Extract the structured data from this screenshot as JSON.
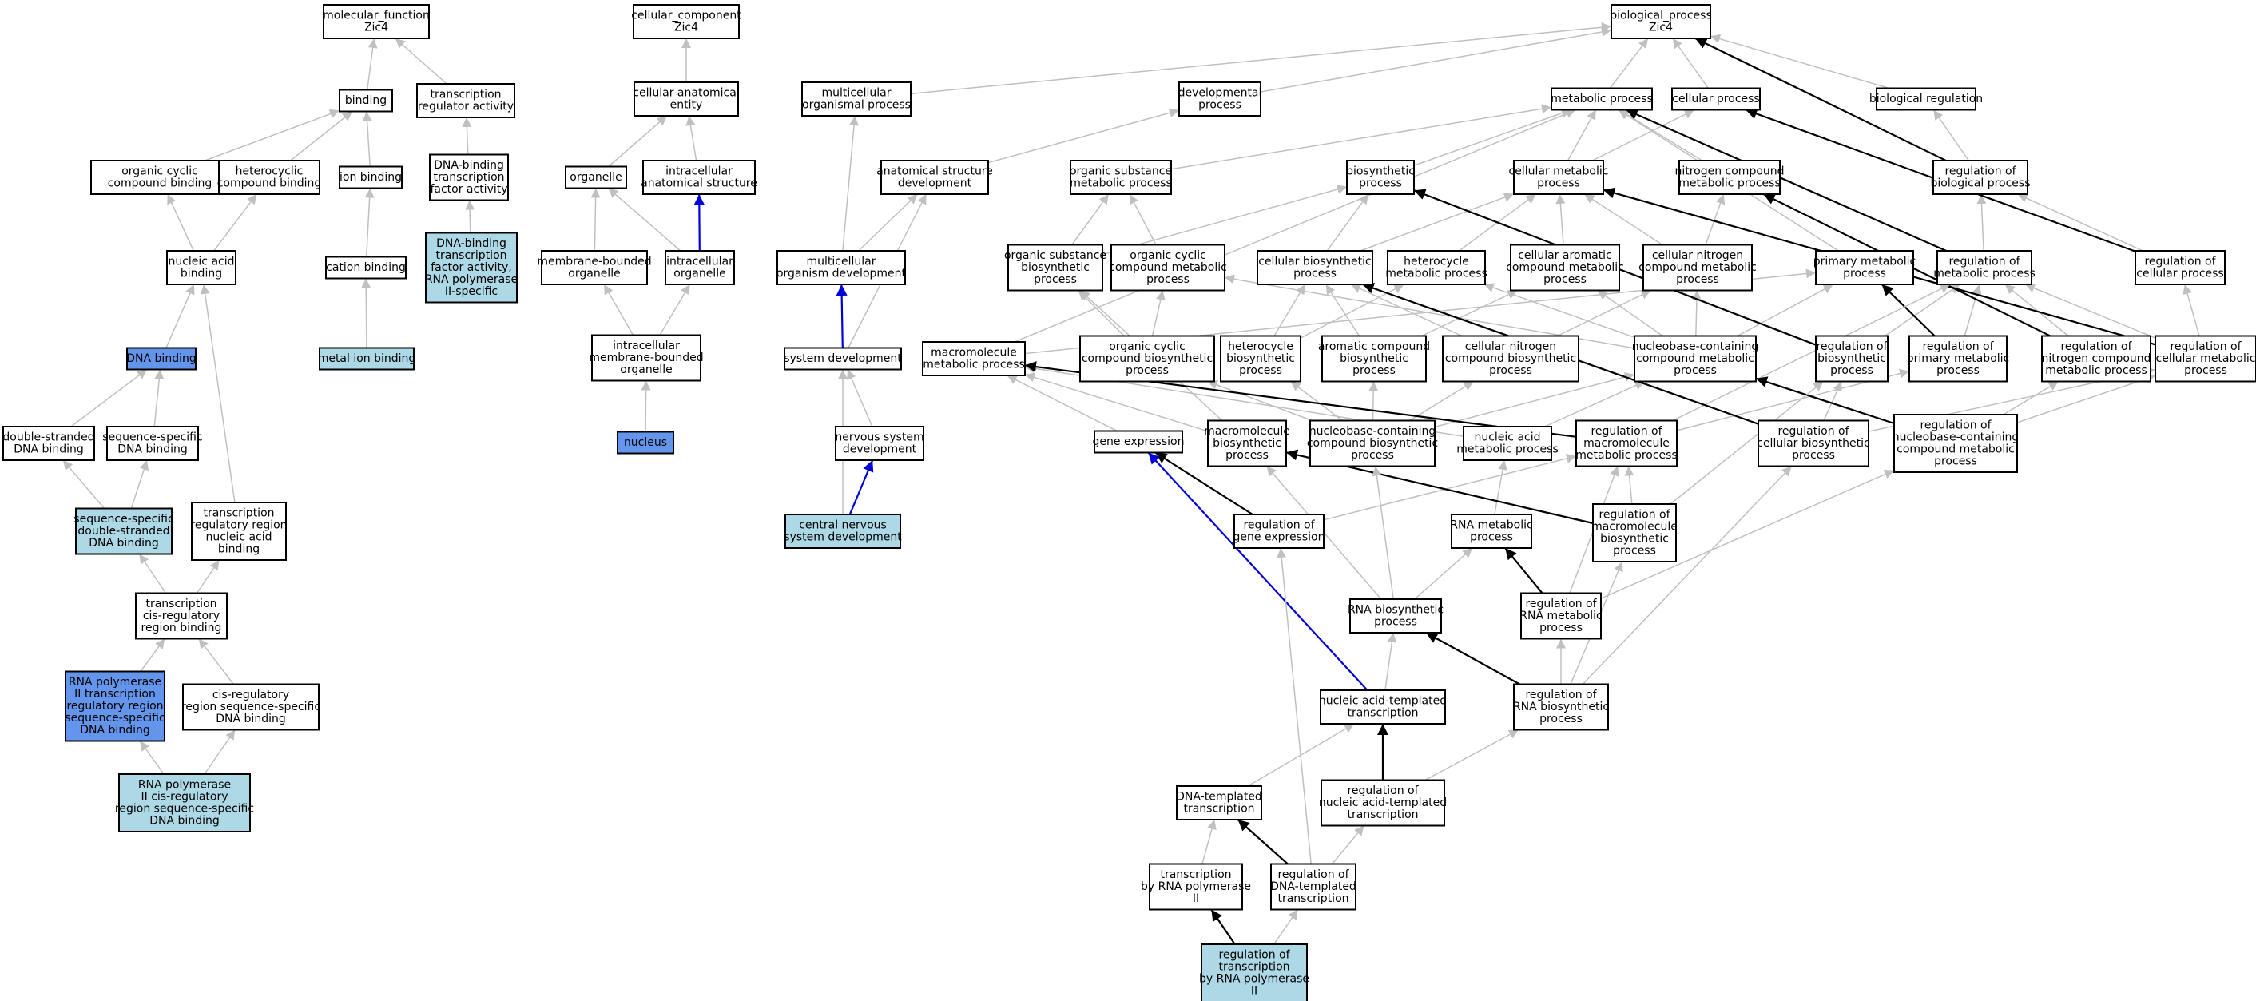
{
  "colors": {
    "edge_default": "#c0c0c0",
    "edge_strong": "#000000",
    "edge_blue": "#0000dd",
    "node_white": "#ffffff",
    "node_dark_blue": "#6495ed",
    "node_light_blue": "#add8e6"
  },
  "nodes": [
    {
      "id": "mf_root",
      "lines": [
        "molecular_function",
        "Zic4"
      ],
      "fill": "white"
    },
    {
      "id": "binding",
      "lines": [
        "binding"
      ],
      "fill": "white"
    },
    {
      "id": "tra",
      "lines": [
        "transcription",
        "regulator activity"
      ],
      "fill": "white"
    },
    {
      "id": "occb",
      "lines": [
        "organic cyclic",
        "compound binding"
      ],
      "fill": "white"
    },
    {
      "id": "hcb",
      "lines": [
        "heterocyclic",
        "compound binding"
      ],
      "fill": "white"
    },
    {
      "id": "ionb",
      "lines": [
        "ion binding"
      ],
      "fill": "white"
    },
    {
      "id": "dbtfa",
      "lines": [
        "DNA-binding",
        "transcription",
        "factor activity"
      ],
      "fill": "white"
    },
    {
      "id": "nab",
      "lines": [
        "nucleic acid",
        "binding"
      ],
      "fill": "white"
    },
    {
      "id": "cationb",
      "lines": [
        "cation binding"
      ],
      "fill": "white"
    },
    {
      "id": "dbtfa_pol2",
      "lines": [
        "DNA-binding",
        "transcription",
        "factor activity,",
        "RNA polymerase",
        "II-specific"
      ],
      "fill": "light"
    },
    {
      "id": "dnab",
      "lines": [
        "DNA binding"
      ],
      "fill": "dark"
    },
    {
      "id": "metalb",
      "lines": [
        "metal ion binding"
      ],
      "fill": "light"
    },
    {
      "id": "dsdnab",
      "lines": [
        "double-stranded",
        "DNA binding"
      ],
      "fill": "white"
    },
    {
      "id": "ssdnab",
      "lines": [
        "sequence-specific",
        "DNA binding"
      ],
      "fill": "white"
    },
    {
      "id": "ssdsdnab",
      "lines": [
        "sequence-specific",
        "double-stranded",
        "DNA binding"
      ],
      "fill": "light"
    },
    {
      "id": "trrnab",
      "lines": [
        "transcription",
        "regulatory region",
        "nucleic acid",
        "binding"
      ],
      "fill": "white"
    },
    {
      "id": "tcrrb",
      "lines": [
        "transcription",
        "cis-regulatory",
        "region binding"
      ],
      "fill": "white"
    },
    {
      "id": "rnap2trr",
      "lines": [
        "RNA polymerase",
        "II transcription",
        "regulatory region",
        "sequence-specific",
        "DNA binding"
      ],
      "fill": "dark"
    },
    {
      "id": "crrssdb",
      "lines": [
        "cis-regulatory",
        "region sequence-specific",
        "DNA binding"
      ],
      "fill": "white"
    },
    {
      "id": "rnap2crr",
      "lines": [
        "RNA polymerase",
        "II cis-regulatory",
        "region sequence-specific",
        "DNA binding"
      ],
      "fill": "light"
    },
    {
      "id": "cc_root",
      "lines": [
        "cellular_component",
        "Zic4"
      ],
      "fill": "white"
    },
    {
      "id": "cae",
      "lines": [
        "cellular anatomical",
        "entity"
      ],
      "fill": "white"
    },
    {
      "id": "organelle",
      "lines": [
        "organelle"
      ],
      "fill": "white"
    },
    {
      "id": "ias",
      "lines": [
        "intracellular",
        "anatomical structure"
      ],
      "fill": "white"
    },
    {
      "id": "mbo",
      "lines": [
        "membrane-bounded",
        "organelle"
      ],
      "fill": "white"
    },
    {
      "id": "io",
      "lines": [
        "intracellular",
        "organelle"
      ],
      "fill": "white"
    },
    {
      "id": "imbo",
      "lines": [
        "intracellular",
        "membrane-bounded",
        "organelle"
      ],
      "fill": "white"
    },
    {
      "id": "nucleus",
      "lines": [
        "nucleus"
      ],
      "fill": "dark"
    },
    {
      "id": "bp_root",
      "lines": [
        "biological_process",
        "Zic4"
      ],
      "fill": "white"
    },
    {
      "id": "mop",
      "lines": [
        "multicellular",
        "organismal process"
      ],
      "fill": "white"
    },
    {
      "id": "devp",
      "lines": [
        "developmental",
        "process"
      ],
      "fill": "white"
    },
    {
      "id": "metp",
      "lines": [
        "metabolic process"
      ],
      "fill": "white"
    },
    {
      "id": "cellp",
      "lines": [
        "cellular process"
      ],
      "fill": "white"
    },
    {
      "id": "bioreg",
      "lines": [
        "biological regulation"
      ],
      "fill": "white"
    },
    {
      "id": "asd",
      "lines": [
        "anatomical structure",
        "development"
      ],
      "fill": "white"
    },
    {
      "id": "osmp",
      "lines": [
        "organic substance",
        "metabolic process"
      ],
      "fill": "white"
    },
    {
      "id": "biosp",
      "lines": [
        "biosynthetic",
        "process"
      ],
      "fill": "white"
    },
    {
      "id": "cmp",
      "lines": [
        "cellular metabolic",
        "process"
      ],
      "fill": "white"
    },
    {
      "id": "ncmp",
      "lines": [
        "nitrogen compound",
        "metabolic process"
      ],
      "fill": "white"
    },
    {
      "id": "rbp",
      "lines": [
        "regulation of",
        "biological process"
      ],
      "fill": "white"
    },
    {
      "id": "mod",
      "lines": [
        "multicellular",
        "organism development"
      ],
      "fill": "white"
    },
    {
      "id": "osbp",
      "lines": [
        "organic substance",
        "biosynthetic",
        "process"
      ],
      "fill": "white"
    },
    {
      "id": "occmp",
      "lines": [
        "organic cyclic",
        "compound metabolic",
        "process"
      ],
      "fill": "white"
    },
    {
      "id": "cbp",
      "lines": [
        "cellular biosynthetic",
        "process"
      ],
      "fill": "white"
    },
    {
      "id": "hmp",
      "lines": [
        "heterocycle",
        "metabolic process"
      ],
      "fill": "white"
    },
    {
      "id": "cacmp",
      "lines": [
        "cellular aromatic",
        "compound metabolic",
        "process"
      ],
      "fill": "white"
    },
    {
      "id": "cncmp",
      "lines": [
        "cellular nitrogen",
        "compound metabolic",
        "process"
      ],
      "fill": "white"
    },
    {
      "id": "pmp",
      "lines": [
        "primary metabolic",
        "process"
      ],
      "fill": "white"
    },
    {
      "id": "rmp",
      "lines": [
        "regulation of",
        "metabolic process"
      ],
      "fill": "white"
    },
    {
      "id": "rcp",
      "lines": [
        "regulation of",
        "cellular process"
      ],
      "fill": "white"
    },
    {
      "id": "sysdev",
      "lines": [
        "system development"
      ],
      "fill": "white"
    },
    {
      "id": "macmp",
      "lines": [
        "macromolecule",
        "metabolic process"
      ],
      "fill": "white"
    },
    {
      "id": "occbp",
      "lines": [
        "organic cyclic",
        "compound biosynthetic",
        "process"
      ],
      "fill": "white"
    },
    {
      "id": "hbp",
      "lines": [
        "heterocycle",
        "biosynthetic",
        "process"
      ],
      "fill": "white"
    },
    {
      "id": "acbp",
      "lines": [
        "aromatic compound",
        "biosynthetic",
        "process"
      ],
      "fill": "white"
    },
    {
      "id": "cncbp",
      "lines": [
        "cellular nitrogen",
        "compound biosynthetic",
        "process"
      ],
      "fill": "white"
    },
    {
      "id": "nccmp",
      "lines": [
        "nucleobase-containing",
        "compound metabolic",
        "process"
      ],
      "fill": "white"
    },
    {
      "id": "rbsp",
      "lines": [
        "regulation of",
        "biosynthetic",
        "process"
      ],
      "fill": "white"
    },
    {
      "id": "rpmp",
      "lines": [
        "regulation of",
        "primary metabolic",
        "process"
      ],
      "fill": "white"
    },
    {
      "id": "rncmp",
      "lines": [
        "regulation of",
        "nitrogen compound",
        "metabolic process"
      ],
      "fill": "white"
    },
    {
      "id": "rcmp",
      "lines": [
        "regulation of",
        "cellular metabolic",
        "process"
      ],
      "fill": "white"
    },
    {
      "id": "nsd",
      "lines": [
        "nervous system",
        "development"
      ],
      "fill": "white"
    },
    {
      "id": "geneexp",
      "lines": [
        "gene expression"
      ],
      "fill": "white"
    },
    {
      "id": "mbp",
      "lines": [
        "macromolecule",
        "biosynthetic",
        "process"
      ],
      "fill": "white"
    },
    {
      "id": "nccbp",
      "lines": [
        "nucleobase-containing",
        "compound biosynthetic",
        "process"
      ],
      "fill": "white"
    },
    {
      "id": "namp",
      "lines": [
        "nucleic acid",
        "metabolic process"
      ],
      "fill": "white"
    },
    {
      "id": "rmmp",
      "lines": [
        "regulation of",
        "macromolecule",
        "metabolic process"
      ],
      "fill": "white"
    },
    {
      "id": "rcbp",
      "lines": [
        "regulation of",
        "cellular biosynthetic",
        "process"
      ],
      "fill": "white"
    },
    {
      "id": "rnccmp",
      "lines": [
        "regulation of",
        "nucleobase-containing",
        "compound metabolic",
        "process"
      ],
      "fill": "white"
    },
    {
      "id": "cnsd",
      "lines": [
        "central nervous",
        "system development"
      ],
      "fill": "light"
    },
    {
      "id": "rge",
      "lines": [
        "regulation of",
        "gene expression"
      ],
      "fill": "white"
    },
    {
      "id": "rnamp",
      "lines": [
        "RNA metabolic",
        "process"
      ],
      "fill": "white"
    },
    {
      "id": "rmbp",
      "lines": [
        "regulation of",
        "macromolecule",
        "biosynthetic",
        "process"
      ],
      "fill": "white"
    },
    {
      "id": "rnabp",
      "lines": [
        "RNA biosynthetic",
        "process"
      ],
      "fill": "white"
    },
    {
      "id": "rrnamp",
      "lines": [
        "regulation of",
        "RNA metabolic",
        "process"
      ],
      "fill": "white"
    },
    {
      "id": "natt",
      "lines": [
        "nucleic acid-templated",
        "transcription"
      ],
      "fill": "white"
    },
    {
      "id": "rrnabp",
      "lines": [
        "regulation of",
        "RNA biosynthetic",
        "process"
      ],
      "fill": "white"
    },
    {
      "id": "dtt",
      "lines": [
        "DNA-templated",
        "transcription"
      ],
      "fill": "white"
    },
    {
      "id": "rnatt",
      "lines": [
        "regulation of",
        "nucleic acid-templated",
        "transcription"
      ],
      "fill": "white"
    },
    {
      "id": "trnap2",
      "lines": [
        "transcription",
        "by RNA polymerase",
        "II"
      ],
      "fill": "white"
    },
    {
      "id": "rdtt",
      "lines": [
        "regulation of",
        "DNA-templated",
        "transcription"
      ],
      "fill": "white"
    },
    {
      "id": "rtrnap2",
      "lines": [
        "regulation of",
        "transcription",
        "by RNA polymerase",
        "II"
      ],
      "fill": "light"
    }
  ],
  "edges": [
    [
      "binding",
      "mf_root",
      "gray"
    ],
    [
      "tra",
      "mf_root",
      "gray"
    ],
    [
      "occb",
      "binding",
      "gray"
    ],
    [
      "hcb",
      "binding",
      "gray"
    ],
    [
      "ionb",
      "binding",
      "gray"
    ],
    [
      "dbtfa",
      "tra",
      "gray"
    ],
    [
      "nab",
      "occb",
      "gray"
    ],
    [
      "nab",
      "hcb",
      "gray"
    ],
    [
      "cationb",
      "ionb",
      "gray"
    ],
    [
      "dbtfa_pol2",
      "dbtfa",
      "gray"
    ],
    [
      "dnab",
      "nab",
      "gray"
    ],
    [
      "metalb",
      "cationb",
      "gray"
    ],
    [
      "dsdnab",
      "dnab",
      "gray"
    ],
    [
      "ssdnab",
      "dnab",
      "gray"
    ],
    [
      "ssdsdnab",
      "dsdnab",
      "gray"
    ],
    [
      "ssdsdnab",
      "ssdnab",
      "gray"
    ],
    [
      "trrnab",
      "nab",
      "gray"
    ],
    [
      "tcrrb",
      "ssdsdnab",
      "gray"
    ],
    [
      "tcrrb",
      "trrnab",
      "gray"
    ],
    [
      "rnap2trr",
      "tcrrb",
      "gray"
    ],
    [
      "crrssdb",
      "tcrrb",
      "gray"
    ],
    [
      "rnap2crr",
      "rnap2trr",
      "gray"
    ],
    [
      "rnap2crr",
      "crrssdb",
      "gray"
    ],
    [
      "cae",
      "cc_root",
      "gray"
    ],
    [
      "organelle",
      "cae",
      "gray"
    ],
    [
      "ias",
      "cae",
      "gray"
    ],
    [
      "mbo",
      "organelle",
      "gray"
    ],
    [
      "io",
      "organelle",
      "gray"
    ],
    [
      "io",
      "ias",
      "blue"
    ],
    [
      "imbo",
      "mbo",
      "gray"
    ],
    [
      "imbo",
      "io",
      "gray"
    ],
    [
      "nucleus",
      "imbo",
      "gray"
    ],
    [
      "mop",
      "bp_root",
      "gray"
    ],
    [
      "devp",
      "bp_root",
      "gray"
    ],
    [
      "metp",
      "bp_root",
      "gray"
    ],
    [
      "cellp",
      "bp_root",
      "gray"
    ],
    [
      "bioreg",
      "bp_root",
      "gray"
    ],
    [
      "asd",
      "devp",
      "gray"
    ],
    [
      "osmp",
      "metp",
      "gray"
    ],
    [
      "biosp",
      "metp",
      "gray"
    ],
    [
      "cmp",
      "metp",
      "gray"
    ],
    [
      "cmp",
      "cellp",
      "gray"
    ],
    [
      "ncmp",
      "metp",
      "gray"
    ],
    [
      "rbp",
      "bioreg",
      "gray"
    ],
    [
      "rbp",
      "bp_root",
      "black"
    ],
    [
      "mod",
      "mop",
      "gray"
    ],
    [
      "mod",
      "asd",
      "gray"
    ],
    [
      "osbp",
      "osmp",
      "gray"
    ],
    [
      "osbp",
      "biosp",
      "gray"
    ],
    [
      "occmp",
      "osmp",
      "gray"
    ],
    [
      "cbp",
      "biosp",
      "gray"
    ],
    [
      "cbp",
      "cmp",
      "gray"
    ],
    [
      "hmp",
      "cmp",
      "gray"
    ],
    [
      "cacmp",
      "cmp",
      "gray"
    ],
    [
      "cncmp",
      "cmp",
      "gray"
    ],
    [
      "cncmp",
      "ncmp",
      "gray"
    ],
    [
      "pmp",
      "metp",
      "gray"
    ],
    [
      "rmp",
      "rbp",
      "gray"
    ],
    [
      "rmp",
      "metp",
      "black"
    ],
    [
      "rcp",
      "rbp",
      "gray"
    ],
    [
      "rcp",
      "cellp",
      "black"
    ],
    [
      "sysdev",
      "mod",
      "blue"
    ],
    [
      "sysdev",
      "asd",
      "gray"
    ],
    [
      "macmp",
      "metp",
      "gray"
    ],
    [
      "macmp",
      "pmp",
      "gray"
    ],
    [
      "occbp",
      "osbp",
      "gray"
    ],
    [
      "occbp",
      "occmp",
      "gray"
    ],
    [
      "hbp",
      "cbp",
      "gray"
    ],
    [
      "hbp",
      "hmp",
      "gray"
    ],
    [
      "acbp",
      "cbp",
      "gray"
    ],
    [
      "acbp",
      "cacmp",
      "gray"
    ],
    [
      "cncbp",
      "cbp",
      "gray"
    ],
    [
      "cncbp",
      "cncmp",
      "gray"
    ],
    [
      "nccmp",
      "hmp",
      "gray"
    ],
    [
      "nccmp",
      "cacmp",
      "gray"
    ],
    [
      "nccmp",
      "cncmp",
      "gray"
    ],
    [
      "nccmp",
      "pmp",
      "gray"
    ],
    [
      "nccmp",
      "occmp",
      "gray"
    ],
    [
      "rbsp",
      "rmp",
      "gray"
    ],
    [
      "rbsp",
      "biosp",
      "black"
    ],
    [
      "rpmp",
      "rmp",
      "gray"
    ],
    [
      "rpmp",
      "pmp",
      "black"
    ],
    [
      "rncmp",
      "rmp",
      "gray"
    ],
    [
      "rncmp",
      "ncmp",
      "black"
    ],
    [
      "rcmp",
      "rmp",
      "gray"
    ],
    [
      "rcmp",
      "rcp",
      "gray"
    ],
    [
      "rcmp",
      "cmp",
      "black"
    ],
    [
      "nsd",
      "sysdev",
      "gray"
    ],
    [
      "geneexp",
      "macmp",
      "gray"
    ],
    [
      "mbp",
      "macmp",
      "gray"
    ],
    [
      "mbp",
      "osbp",
      "gray"
    ],
    [
      "nccbp",
      "nccmp",
      "gray"
    ],
    [
      "nccbp",
      "hbp",
      "gray"
    ],
    [
      "nccbp",
      "acbp",
      "gray"
    ],
    [
      "nccbp",
      "cncbp",
      "gray"
    ],
    [
      "nccbp",
      "occbp",
      "gray"
    ],
    [
      "namp",
      "nccmp",
      "gray"
    ],
    [
      "namp",
      "macmp",
      "gray"
    ],
    [
      "rmmp",
      "rpmp",
      "gray"
    ],
    [
      "rmmp",
      "rmp",
      "gray"
    ],
    [
      "rmmp",
      "macmp",
      "black"
    ],
    [
      "rcbp",
      "rbsp",
      "gray"
    ],
    [
      "rcbp",
      "rcmp",
      "gray"
    ],
    [
      "rcbp",
      "cbp",
      "black"
    ],
    [
      "rnccmp",
      "rncmp",
      "gray"
    ],
    [
      "rnccmp",
      "rcmp",
      "gray"
    ],
    [
      "rnccmp",
      "nccmp",
      "black"
    ],
    [
      "cnsd",
      "nsd",
      "blue"
    ],
    [
      "cnsd",
      "sysdev",
      "gray"
    ],
    [
      "rge",
      "rmmp",
      "gray"
    ],
    [
      "rge",
      "geneexp",
      "black"
    ],
    [
      "rnamp",
      "namp",
      "gray"
    ],
    [
      "rmbp",
      "rmmp",
      "gray"
    ],
    [
      "rmbp",
      "rbsp",
      "gray"
    ],
    [
      "rmbp",
      "mbp",
      "black"
    ],
    [
      "rnabp",
      "rnamp",
      "gray"
    ],
    [
      "rnabp",
      "nccbp",
      "gray"
    ],
    [
      "rnabp",
      "mbp",
      "gray"
    ],
    [
      "rrnamp",
      "rnamp",
      "black"
    ],
    [
      "rrnamp",
      "rmmp",
      "gray"
    ],
    [
      "rrnamp",
      "rnccmp",
      "gray"
    ],
    [
      "natt",
      "rnabp",
      "gray"
    ],
    [
      "natt",
      "geneexp",
      "blue"
    ],
    [
      "rrnabp",
      "rnabp",
      "black"
    ],
    [
      "rrnabp",
      "rrnamp",
      "gray"
    ],
    [
      "rrnabp",
      "rmbp",
      "gray"
    ],
    [
      "rrnabp",
      "rcbp",
      "gray"
    ],
    [
      "dtt",
      "natt",
      "gray"
    ],
    [
      "rnatt",
      "natt",
      "black"
    ],
    [
      "rnatt",
      "rrnabp",
      "gray"
    ],
    [
      "trnap2",
      "dtt",
      "gray"
    ],
    [
      "rdtt",
      "dtt",
      "black"
    ],
    [
      "rdtt",
      "rnatt",
      "gray"
    ],
    [
      "rdtt",
      "rge",
      "gray"
    ],
    [
      "rtrnap2",
      "trnap2",
      "black"
    ],
    [
      "rtrnap2",
      "rdtt",
      "gray"
    ]
  ]
}
